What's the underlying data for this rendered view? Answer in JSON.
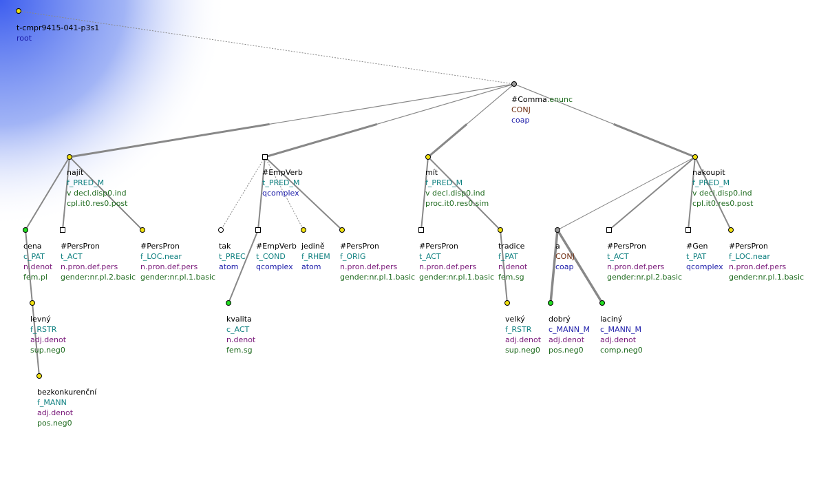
{
  "root": {
    "id": "t-cmpr9415-041-p3s1",
    "label": "root"
  },
  "colors": {
    "edge": "#888888",
    "node_yellow": "#f0e010",
    "node_green": "#22dd22",
    "node_gray": "#999999",
    "node_white": "#ffffff",
    "bg_glow": "#3355ee"
  },
  "nodes": [
    {
      "key": "comma",
      "shape": "circle",
      "fill": "#999999",
      "lines": [
        {
          "text": "#Comma",
          "cls": "t"
        },
        {
          "text": ".enunc",
          "cls": "gram",
          "inline": true
        },
        {
          "text": "CONJ",
          "cls": "conj"
        },
        {
          "text": "coap",
          "cls": "hl"
        }
      ]
    },
    {
      "key": "najit",
      "shape": "circle",
      "fill": "#f0e010",
      "lines": [
        {
          "text": "najít",
          "cls": "t"
        },
        {
          "text": "f_PRED_M",
          "cls": "func"
        },
        {
          "text": "v decl.disp0.ind",
          "cls": "gram"
        },
        {
          "text": "cpl.it0.res0.post",
          "cls": "gram"
        }
      ]
    },
    {
      "key": "empverb1",
      "shape": "square",
      "fill": "#ffffff",
      "lines": [
        {
          "text": "#EmpVerb",
          "cls": "t"
        },
        {
          "text": "t_PRED_M",
          "cls": "func"
        },
        {
          "text": "qcomplex",
          "cls": "hl"
        }
      ]
    },
    {
      "key": "mit",
      "shape": "circle",
      "fill": "#f0e010",
      "lines": [
        {
          "text": "mít",
          "cls": "t"
        },
        {
          "text": "f_PRED_M",
          "cls": "func"
        },
        {
          "text": "v decl.disp0.ind",
          "cls": "gram"
        },
        {
          "text": "proc.it0.res0.sim",
          "cls": "gram"
        }
      ]
    },
    {
      "key": "nakoupit",
      "shape": "circle",
      "fill": "#f0e010",
      "lines": [
        {
          "text": "nakoupit",
          "cls": "t"
        },
        {
          "text": "f_PRED_M",
          "cls": "func"
        },
        {
          "text": "v decl.disp0.ind",
          "cls": "gram"
        },
        {
          "text": "cpl.it0.res0.post",
          "cls": "gram"
        }
      ]
    },
    {
      "key": "cena",
      "shape": "circle",
      "fill": "#22dd22",
      "lines": [
        {
          "text": "cena",
          "cls": "t"
        },
        {
          "text": "c_PAT",
          "cls": "func"
        },
        {
          "text": "n.denot",
          "cls": "sem"
        },
        {
          "text": "fem.pl",
          "cls": "gram"
        }
      ]
    },
    {
      "key": "perspron1",
      "shape": "square",
      "fill": "#ffffff",
      "lines": [
        {
          "text": "#PersPron",
          "cls": "t"
        },
        {
          "text": "t_ACT",
          "cls": "func"
        },
        {
          "text": "n.pron.def.pers",
          "cls": "sem"
        },
        {
          "text": "gender:nr.pl.2.basic",
          "cls": "gram"
        }
      ]
    },
    {
      "key": "perspron2",
      "shape": "circle",
      "fill": "#f0e010",
      "lines": [
        {
          "text": "#PersPron",
          "cls": "t"
        },
        {
          "text": "f_LOC.near",
          "cls": "func"
        },
        {
          "text": "n.pron.def.pers",
          "cls": "sem"
        },
        {
          "text": "gender:nr.pl.1.basic",
          "cls": "gram"
        }
      ]
    },
    {
      "key": "tak",
      "shape": "circle",
      "fill": "#ffffff",
      "lines": [
        {
          "text": "tak",
          "cls": "t"
        },
        {
          "text": "t_PREC",
          "cls": "func"
        },
        {
          "text": "atom",
          "cls": "hl"
        }
      ]
    },
    {
      "key": "empverb2",
      "shape": "square",
      "fill": "#ffffff",
      "lines": [
        {
          "text": "#EmpVerb",
          "cls": "t"
        },
        {
          "text": "t_COND",
          "cls": "func"
        },
        {
          "text": "qcomplex",
          "cls": "hl"
        }
      ]
    },
    {
      "key": "jedine",
      "shape": "circle",
      "fill": "#f0e010",
      "lines": [
        {
          "text": "jedině",
          "cls": "t"
        },
        {
          "text": "f_RHEM",
          "cls": "func"
        },
        {
          "text": "atom",
          "cls": "hl"
        }
      ]
    },
    {
      "key": "perspron3",
      "shape": "circle",
      "fill": "#f0e010",
      "lines": [
        {
          "text": "#PersPron",
          "cls": "t"
        },
        {
          "text": "f_ORIG",
          "cls": "func"
        },
        {
          "text": "n.pron.def.pers",
          "cls": "sem"
        },
        {
          "text": "gender:nr.pl.1.basic",
          "cls": "gram"
        }
      ]
    },
    {
      "key": "perspron4",
      "shape": "square",
      "fill": "#ffffff",
      "lines": [
        {
          "text": "#PersPron",
          "cls": "t"
        },
        {
          "text": "t_ACT",
          "cls": "func"
        },
        {
          "text": "n.pron.def.pers",
          "cls": "sem"
        },
        {
          "text": "gender:nr.pl.1.basic",
          "cls": "gram"
        }
      ]
    },
    {
      "key": "tradice",
      "shape": "circle",
      "fill": "#f0e010",
      "lines": [
        {
          "text": "tradice",
          "cls": "t"
        },
        {
          "text": "f_PAT",
          "cls": "func"
        },
        {
          "text": "n.denot",
          "cls": "sem"
        },
        {
          "text": "fem.sg",
          "cls": "gram"
        }
      ]
    },
    {
      "key": "a",
      "shape": "circle",
      "fill": "#999999",
      "lines": [
        {
          "text": "a",
          "cls": "t"
        },
        {
          "text": "CONJ",
          "cls": "conj"
        },
        {
          "text": "coap",
          "cls": "hl"
        }
      ]
    },
    {
      "key": "perspron5",
      "shape": "square",
      "fill": "#ffffff",
      "lines": [
        {
          "text": "#PersPron",
          "cls": "t"
        },
        {
          "text": "t_ACT",
          "cls": "func"
        },
        {
          "text": "n.pron.def.pers",
          "cls": "sem"
        },
        {
          "text": "gender:nr.pl.2.basic",
          "cls": "gram"
        }
      ]
    },
    {
      "key": "gen",
      "shape": "square",
      "fill": "#ffffff",
      "lines": [
        {
          "text": "#Gen",
          "cls": "t"
        },
        {
          "text": "t_PAT",
          "cls": "func"
        },
        {
          "text": "qcomplex",
          "cls": "hl"
        }
      ]
    },
    {
      "key": "perspron6",
      "shape": "circle",
      "fill": "#f0e010",
      "lines": [
        {
          "text": "#PersPron",
          "cls": "t"
        },
        {
          "text": "f_LOC.near",
          "cls": "func"
        },
        {
          "text": "n.pron.def.pers",
          "cls": "sem"
        },
        {
          "text": "gender:nr.pl.1.basic",
          "cls": "gram"
        }
      ]
    },
    {
      "key": "levny",
      "shape": "circle",
      "fill": "#f0e010",
      "lines": [
        {
          "text": "levný",
          "cls": "t"
        },
        {
          "text": "f_RSTR",
          "cls": "func"
        },
        {
          "text": "adj.denot",
          "cls": "sem"
        },
        {
          "text": "sup.neg0",
          "cls": "gram"
        }
      ]
    },
    {
      "key": "kvalita",
      "shape": "circle",
      "fill": "#22dd22",
      "lines": [
        {
          "text": "kvalita",
          "cls": "t"
        },
        {
          "text": "c_ACT",
          "cls": "func"
        },
        {
          "text": "n.denot",
          "cls": "sem"
        },
        {
          "text": "fem.sg",
          "cls": "gram"
        }
      ]
    },
    {
      "key": "velky",
      "shape": "circle",
      "fill": "#f0e010",
      "lines": [
        {
          "text": "velký",
          "cls": "t"
        },
        {
          "text": "f_RSTR",
          "cls": "func"
        },
        {
          "text": "adj.denot",
          "cls": "sem"
        },
        {
          "text": "sup.neg0",
          "cls": "gram"
        }
      ]
    },
    {
      "key": "dobry",
      "shape": "circle",
      "fill": "#22dd22",
      "lines": [
        {
          "text": "dobrý",
          "cls": "t"
        },
        {
          "text": "c_MANN_M",
          "cls": "hl"
        },
        {
          "text": "adj.denot",
          "cls": "sem"
        },
        {
          "text": "pos.neg0",
          "cls": "gram"
        }
      ]
    },
    {
      "key": "laciny",
      "shape": "circle",
      "fill": "#22dd22",
      "lines": [
        {
          "text": "laciný",
          "cls": "t"
        },
        {
          "text": "c_MANN_M",
          "cls": "hl"
        },
        {
          "text": "adj.denot",
          "cls": "sem"
        },
        {
          "text": "comp.neg0",
          "cls": "gram"
        }
      ]
    },
    {
      "key": "bezkonkurencni",
      "shape": "circle",
      "fill": "#f0e010",
      "lines": [
        {
          "text": "bezkonkurenční",
          "cls": "t"
        },
        {
          "text": "f_MANN",
          "cls": "func"
        },
        {
          "text": "adj.denot",
          "cls": "sem"
        },
        {
          "text": "pos.neg0",
          "cls": "gram"
        }
      ]
    }
  ],
  "edges": [
    {
      "from": "root",
      "to": "comma",
      "style": "dotted"
    },
    {
      "from": "comma",
      "to": "najit",
      "style": "thick"
    },
    {
      "from": "comma",
      "to": "empverb1",
      "style": "thick"
    },
    {
      "from": "comma",
      "to": "mit",
      "style": "thick"
    },
    {
      "from": "comma",
      "to": "nakoupit",
      "style": "thick"
    },
    {
      "from": "najit",
      "to": "cena",
      "style": "normal"
    },
    {
      "from": "najit",
      "to": "perspron1",
      "style": "normal"
    },
    {
      "from": "najit",
      "to": "perspron2",
      "style": "normal"
    },
    {
      "from": "empverb1",
      "to": "tak",
      "style": "dotted"
    },
    {
      "from": "empverb1",
      "to": "empverb2",
      "style": "normal"
    },
    {
      "from": "empverb1",
      "to": "jedine",
      "style": "dotted"
    },
    {
      "from": "empverb1",
      "to": "perspron3",
      "style": "normal"
    },
    {
      "from": "mit",
      "to": "perspron4",
      "style": "normal"
    },
    {
      "from": "mit",
      "to": "tradice",
      "style": "normal"
    },
    {
      "from": "nakoupit",
      "to": "a",
      "style": "thin"
    },
    {
      "from": "nakoupit",
      "to": "perspron5",
      "style": "normal"
    },
    {
      "from": "nakoupit",
      "to": "gen",
      "style": "normal"
    },
    {
      "from": "nakoupit",
      "to": "perspron6",
      "style": "normal"
    },
    {
      "from": "cena",
      "to": "levny",
      "style": "normal"
    },
    {
      "from": "empverb2",
      "to": "kvalita",
      "style": "normal"
    },
    {
      "from": "tradice",
      "to": "velky",
      "style": "normal"
    },
    {
      "from": "a",
      "to": "dobry",
      "style": "thick2"
    },
    {
      "from": "a",
      "to": "laciny",
      "style": "thick2"
    },
    {
      "from": "levny",
      "to": "bezkonkurencni",
      "style": "normal"
    }
  ]
}
